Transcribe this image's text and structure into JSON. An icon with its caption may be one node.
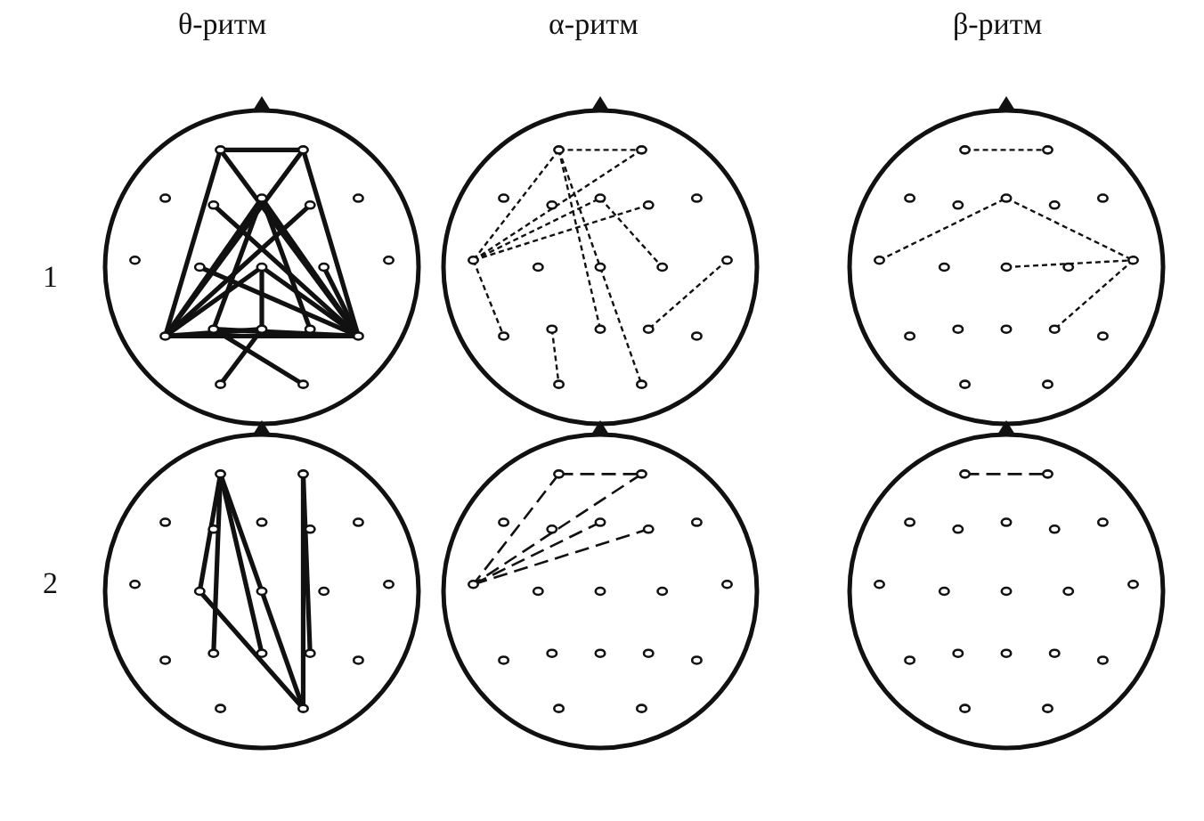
{
  "diagram": {
    "labels": [
      "θ-ритм",
      "α-ритм",
      "β-ритм",
      "1",
      "2"
    ]
  }
}
